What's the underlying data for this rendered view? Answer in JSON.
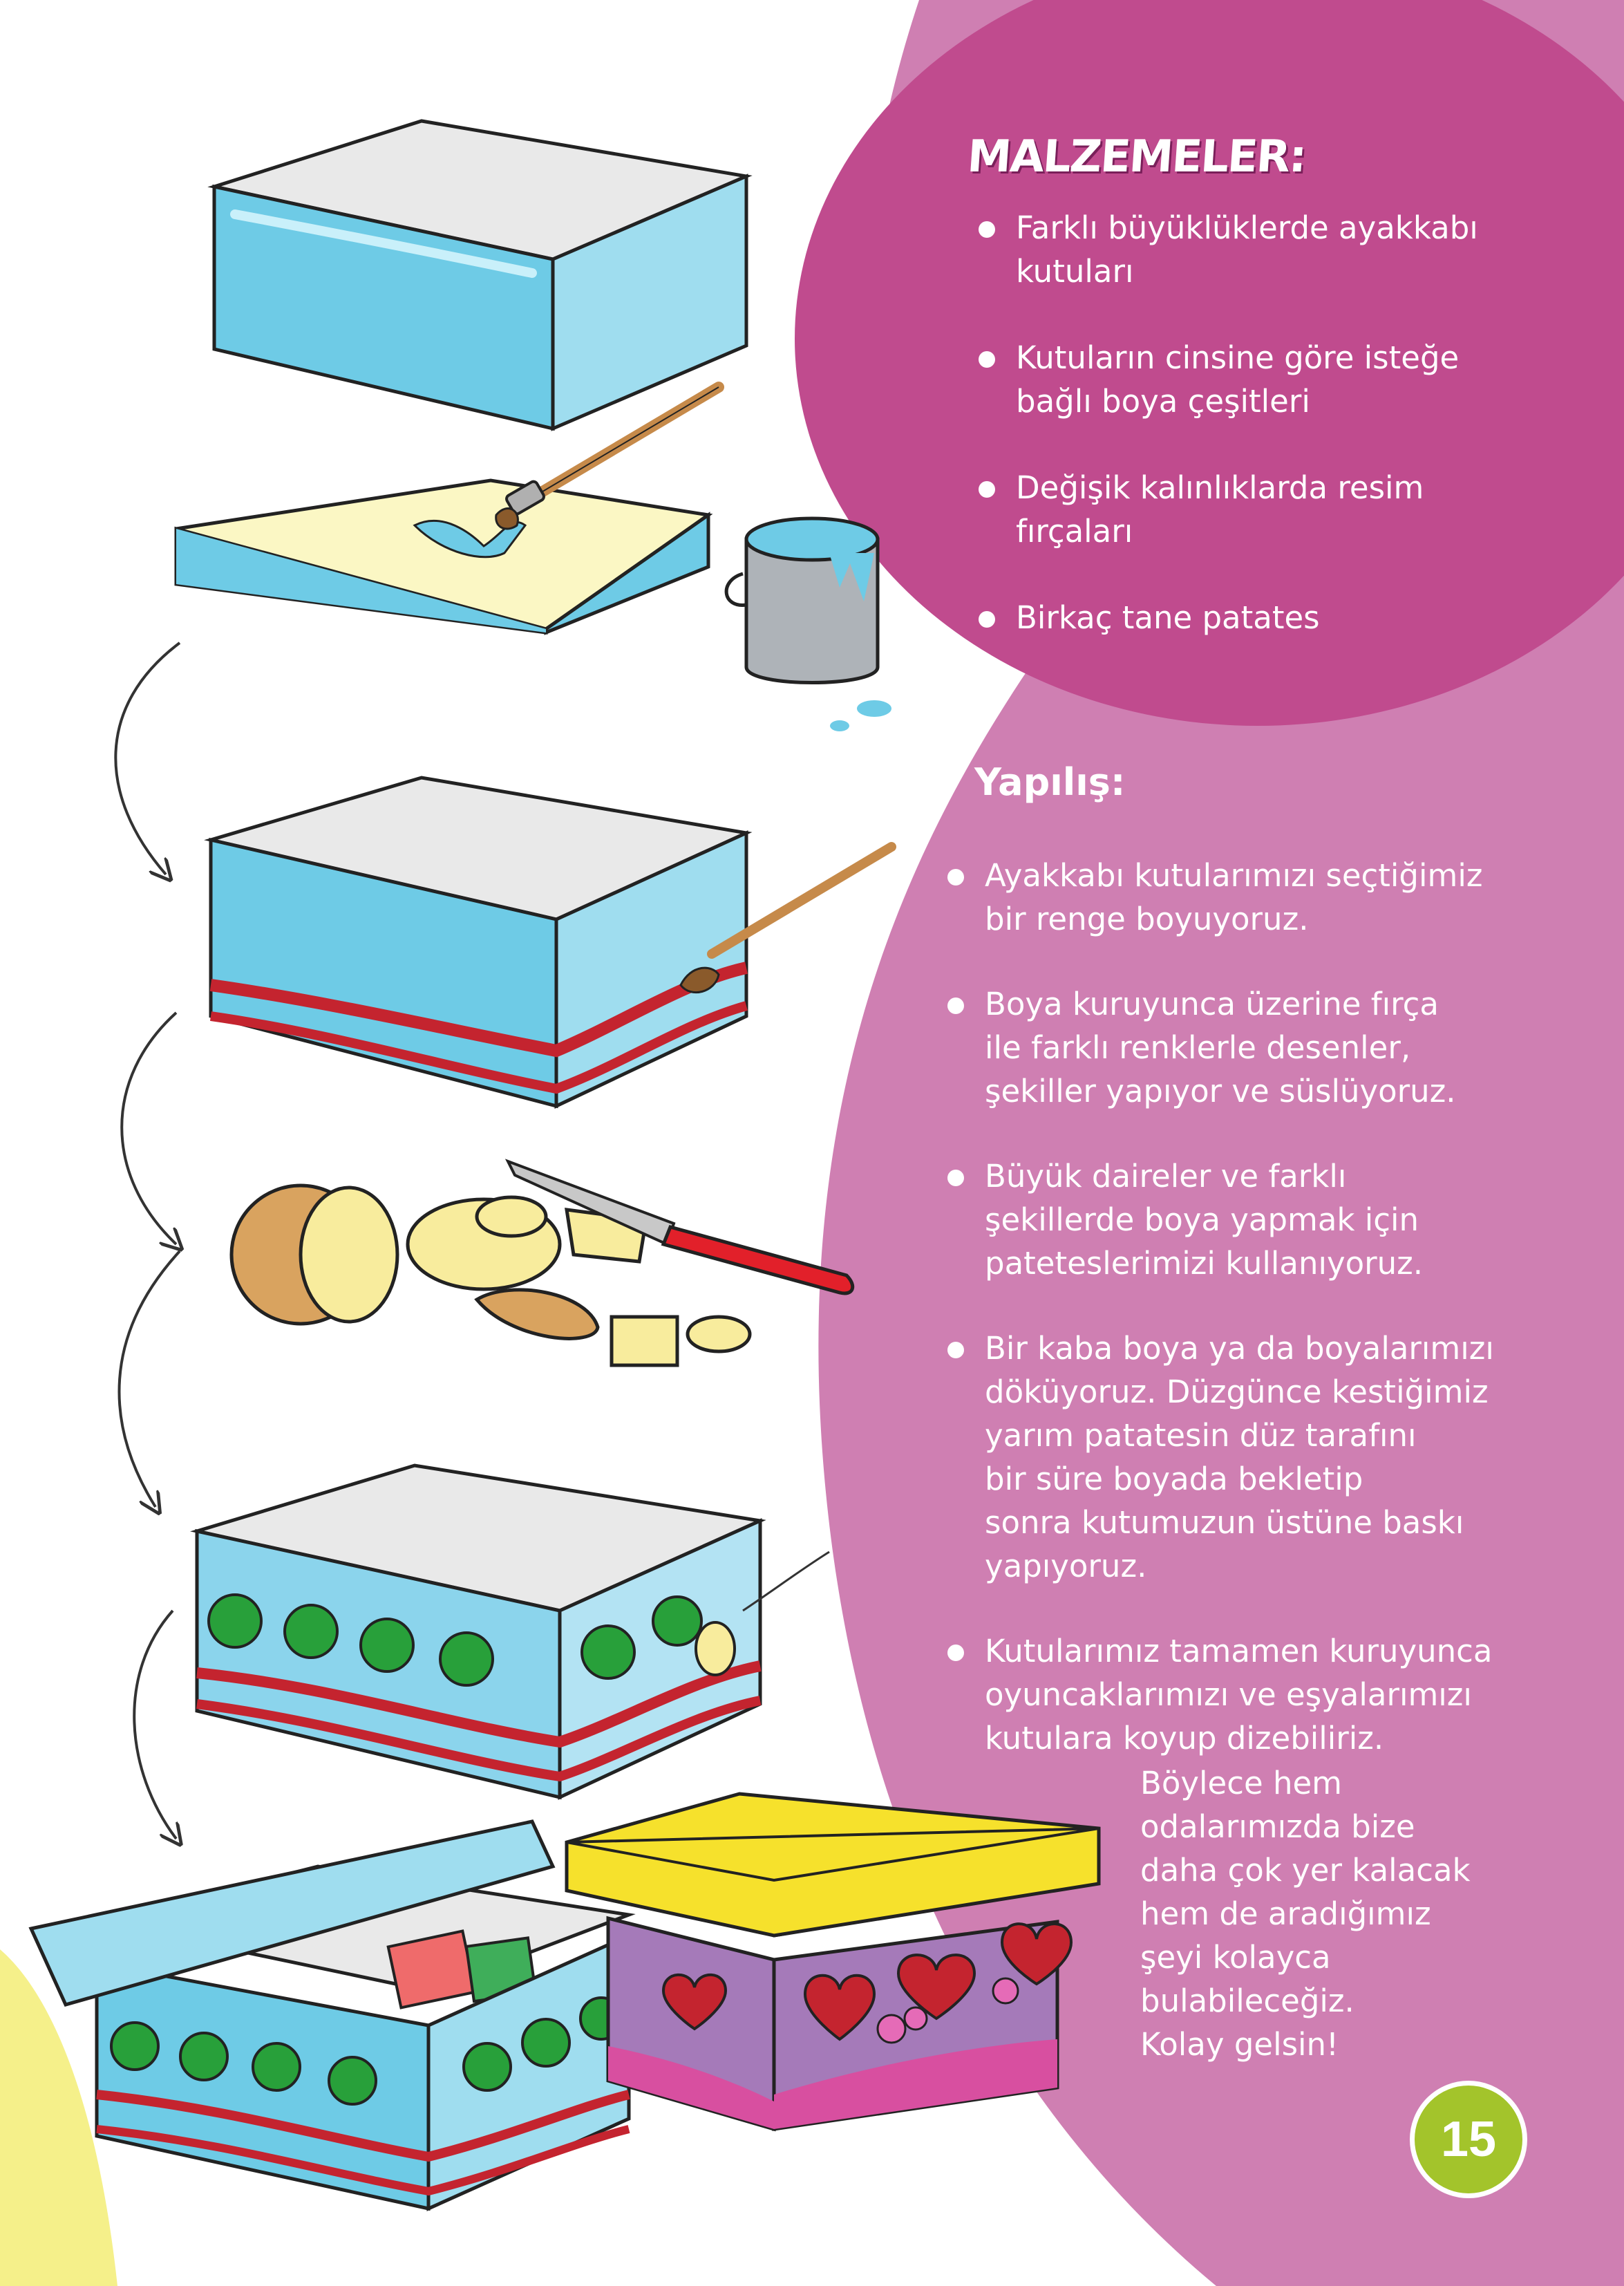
{
  "materials": {
    "heading": "MALZEMELER:",
    "items": [
      {
        "lines": [
          "Farklı büyüklüklerde ayakkabı",
          "kutuları"
        ]
      },
      {
        "lines": [
          "Kutuların cinsine göre isteğe",
          "bağlı boya çeşitleri"
        ]
      },
      {
        "lines": [
          "Değişik kalınlıklarda resim",
          "fırçaları"
        ]
      },
      {
        "lines": [
          "Birkaç tane patates"
        ]
      }
    ]
  },
  "steps": {
    "heading": "Yapılış:",
    "items": [
      {
        "lines": [
          "Ayakkabı kutularımızı seçtiğimiz",
          "bir renge boyuyoruz."
        ]
      },
      {
        "lines": [
          "Boya kuruyunca üzerine fırça",
          "ile farklı renklerle desenler,",
          "şekiller yapıyor ve süslüyoruz."
        ]
      },
      {
        "lines": [
          "Büyük daireler ve farklı",
          "şekillerde boya yapmak için",
          "pateteslerimizi kullanıyoruz."
        ]
      },
      {
        "lines": [
          "Bir kaba boya ya da boyalarımızı",
          "döküyoruz. Düzgünce kestiğimiz",
          "yarım patatesin düz tarafını",
          "bir süre boyada bekletip",
          "sonra kutumuzun üstüne baskı",
          "yapıyoruz."
        ]
      },
      {
        "lines": [
          "Kutularımız tamamen kuruyunca",
          "oyuncaklarımızı ve eşyalarımızı",
          "kutulara koyup dizebiliriz."
        ]
      }
    ],
    "closing_lines": [
      "Böylece hem",
      "odalarımızda bize",
      "daha çok yer kalacak",
      "hem de aradığımız",
      "şeyi kolayca",
      "bulabileceğiz.",
      "Kolay gelsin!"
    ]
  },
  "page_number": "15",
  "colors": {
    "magenta": "#c04b8e",
    "pink": "#cf7fb2",
    "box_blue": "#6ecbe6",
    "red_stripe": "#c4242f",
    "green_dot": "#28a03a",
    "lid_yellow": "#f6e12c",
    "box_purple": "#a57ab9",
    "badge_green": "#a3c42b",
    "yellow_blob": "#f5f08a"
  },
  "illustrations": [
    "shoebox-icon",
    "paint-brush-icon",
    "paint-bucket-icon",
    "potato-icon",
    "knife-icon",
    "arrow-icon"
  ]
}
